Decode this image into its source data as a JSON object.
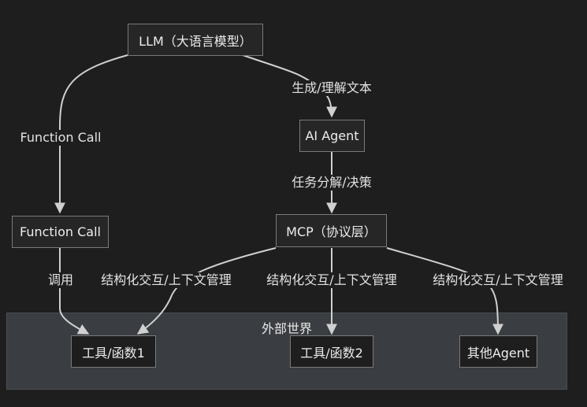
{
  "diagram": {
    "nodes": {
      "llm": "LLM（大语言模型）",
      "agent": "AI Agent",
      "function_call": "Function Call",
      "mcp": "MCP（协议层）",
      "tool1": "工具/函数1",
      "tool2": "工具/函数2",
      "other_agent": "其他Agent"
    },
    "cluster_label": "外部世界",
    "edges": {
      "llm_to_agent": "生成/理解文本",
      "llm_to_function_call": "Function Call",
      "agent_to_mcp": "任务分解/决策",
      "function_call_to_tool1": "调用",
      "mcp_to_tool1": "结构化交互/上下文管理",
      "mcp_to_tool2": "结构化交互/上下文管理",
      "mcp_to_other_agent": "结构化交互/上下文管理"
    },
    "colors": {
      "background": "#1e1e1e",
      "node_fill": "#262626",
      "node_border": "#7a7a7a",
      "edge": "#d0d0d0",
      "cluster_fill": "#3a3d41"
    }
  }
}
